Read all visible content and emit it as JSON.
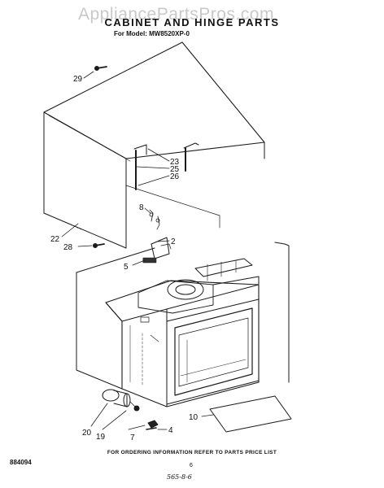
{
  "watermark": "AppliancePartsPros.com",
  "header": {
    "title": "CABINET AND HINGE PARTS",
    "subtitle": "For Model: MW8520XP-0"
  },
  "part_labels": [
    "29",
    "23",
    "25",
    "26",
    "8",
    "2",
    "22",
    "28",
    "5",
    "10",
    "4",
    "20",
    "19",
    "7"
  ],
  "footer": {
    "note": "FOR ORDERING INFORMATION REFER TO PARTS PRICE LIST",
    "doc_number": "884094",
    "page_number": "6",
    "handwritten": "565-8-6"
  }
}
